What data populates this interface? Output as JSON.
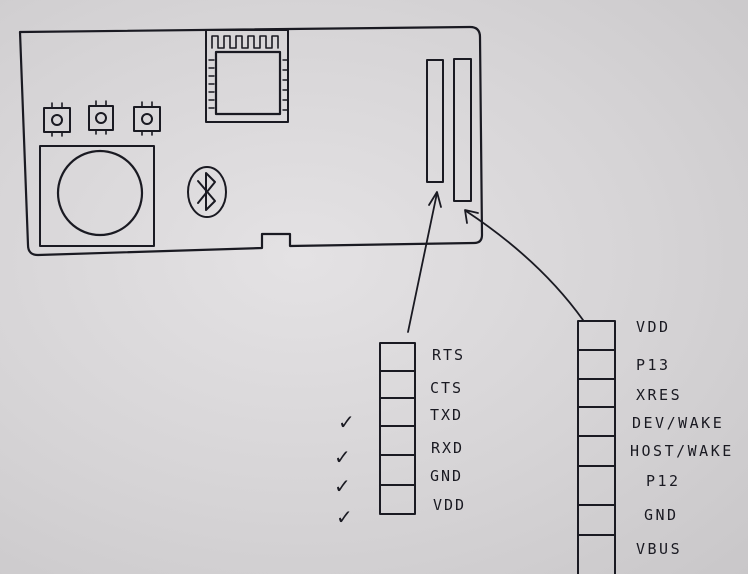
{
  "left_header": {
    "pins": [
      "RTS",
      "CTS",
      "TXD",
      "RXD",
      "GND",
      "VDD"
    ],
    "checked": [
      false,
      false,
      true,
      true,
      true,
      true
    ],
    "check_glyph": "✓"
  },
  "right_header": {
    "pins": [
      "VDD",
      "P13",
      "XRES",
      "DEV/WAKE",
      "HOST/WAKE",
      "P12",
      "GND",
      "VBUS"
    ]
  },
  "icons": {
    "bluetooth": "bluetooth-icon"
  },
  "ink_color": "#1a1a22"
}
